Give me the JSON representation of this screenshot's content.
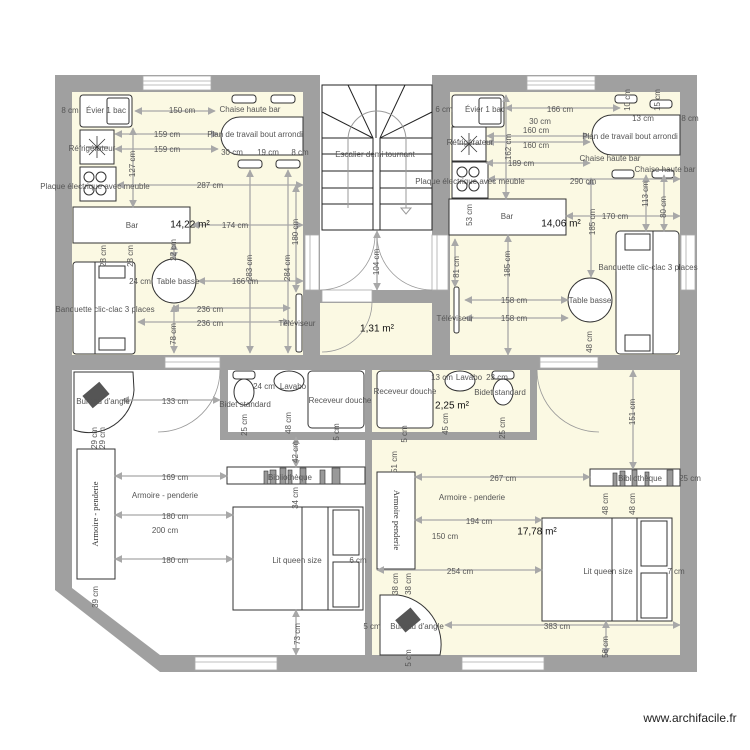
{
  "plan": {
    "watermark": "www.archifacile.fr",
    "colors": {
      "wall": "#a0a0a0",
      "room_fill": "#fbf9e3",
      "dimension": "#a8a8a8"
    },
    "rooms": {
      "living_left": {
        "area": "14,22 m²",
        "labels": [
          "8 cm",
          "Évier 1 bac",
          "150 cm",
          "Chaise haute bar",
          "159 cm",
          "Plan de travail bout arrondi",
          "Réfrigérateur",
          "159 cm",
          "30 cm",
          "19 cm",
          "8 cm",
          "127 cm",
          "Plaque électrique avec meuble",
          "287 cm",
          "Bar",
          "174 cm",
          "180 cm",
          "28 cm",
          "28 cm",
          "22 cm",
          "283 cm",
          "284 cm",
          "24 cm",
          "Table basse",
          "166 cm",
          "Banquette clic-clac 3 places",
          "236 cm",
          "236 cm",
          "Téléviseur",
          "78 cm"
        ]
      },
      "stairs": {
        "labels": [
          "Escalier demi tournant",
          "104 cm"
        ]
      },
      "hall": {
        "area": "1,31 m²"
      },
      "living_right": {
        "area": "14,06 m²",
        "labels": [
          "6 cm",
          "Évier 1 bac",
          "166 cm",
          "30 cm",
          "13 cm",
          "8 cm",
          "10 cm",
          "15 cm",
          "160 cm",
          "160 cm",
          "Plan de travail bout arrondi",
          "Réfrigérateur",
          "162 cm",
          "189 cm",
          "Chaise haute bar",
          "Chaise haute bar",
          "Plaque électrique avec meuble",
          "290 cm",
          "Bar",
          "53 cm",
          "185 cm",
          "170 cm",
          "113 cm",
          "80 cm",
          "81 cm",
          "185 cm",
          "158 cm",
          "158 cm",
          "Table basse",
          "Banquette clic-clac 3 places",
          "Téléviseur",
          "48 cm"
        ]
      },
      "bath_left": {
        "labels": [
          "Bidet standard",
          "24 cm",
          "Lavabo",
          "25 cm",
          "48 cm",
          "Receveur douche",
          "5 cm"
        ]
      },
      "bath_right": {
        "area": "2,25 m²",
        "labels": [
          "Receveur douche",
          "13 cm",
          "Lavabo",
          "23 cm",
          "Bidet standard",
          "45 cm",
          "25 cm",
          "5 cm"
        ]
      },
      "bedroom_left": {
        "labels": [
          "Bureau d'angle",
          "133 cm",
          "29 cm",
          "29 cm",
          "42 cm",
          "169 cm",
          "Bibliothèque",
          "34 cm",
          "Armoire - penderie",
          "Armoire - penderie",
          "200 cm",
          "180 cm",
          "180 cm",
          "Lit queen size",
          "6 cm",
          "39 cm",
          "73 cm"
        ]
      },
      "bedroom_right": {
        "area": "17,78 m²",
        "labels": [
          "151 cm",
          "51 cm",
          "267 cm",
          "Bibliothèque",
          "25 cm",
          "Armoire penderie",
          "Armoire - penderie",
          "150 cm",
          "194 cm",
          "48 cm",
          "48 cm",
          "Lit queen size",
          "7 cm",
          "254 cm",
          "38 cm",
          "38 cm",
          "5 cm",
          "Bureau d'angle",
          "383 cm",
          "56 cm",
          "5 cm"
        ]
      }
    }
  }
}
